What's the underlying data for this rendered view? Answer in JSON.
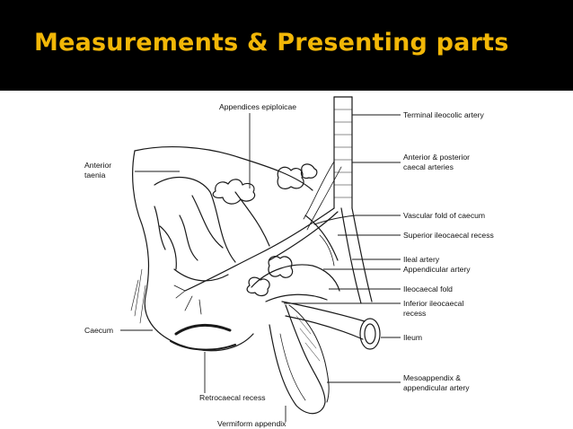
{
  "slide": {
    "title": "Measurements & Presenting parts",
    "title_color": "#f2b707",
    "title_bar_color": "#000000"
  },
  "diagram": {
    "labels": {
      "appendices_epiploicae": "Appendices epiploicae",
      "terminal_ileocolic_artery": "Terminal ileocolic artery",
      "anterior_taenia_1": "Anterior",
      "anterior_taenia_2": "taenia",
      "ant_post_caecal_1": "Anterior & posterior",
      "ant_post_caecal_2": "caecal arteries",
      "vascular_fold": "Vascular fold of caecum",
      "superior_recess": "Superior ileocaecal recess",
      "ileal_artery": "Ileal artery",
      "appendicular_artery": "Appendicular artery",
      "ileocaecal_fold": "Ileocaecal fold",
      "inferior_recess_1": "Inferior ileocaecal",
      "inferior_recess_2": "recess",
      "caecum": "Caecum",
      "ileum": "Ileum",
      "mesoappendix_1": "Mesoappendix &",
      "mesoappendix_2": "appendicular artery",
      "retrocaecal_recess": "Retrocaecal recess",
      "vermiform_appendix": "Vermiform appendix"
    }
  }
}
